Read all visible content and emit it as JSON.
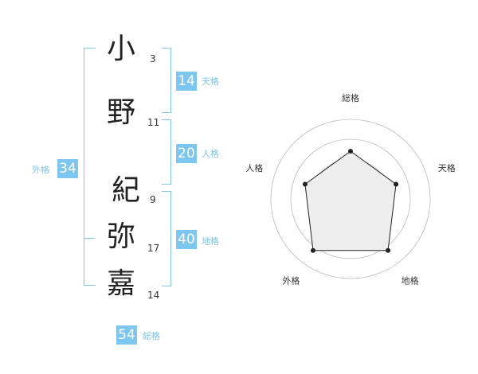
{
  "name": {
    "chars": [
      {
        "char": "小",
        "strokes": "3"
      },
      {
        "char": "野",
        "strokes": "11"
      },
      {
        "char": "紀",
        "strokes": "9"
      },
      {
        "char": "弥",
        "strokes": "17"
      },
      {
        "char": "嘉",
        "strokes": "14"
      }
    ]
  },
  "kaku": {
    "tenkaku": {
      "label": "天格",
      "value": "14"
    },
    "jinkaku": {
      "label": "人格",
      "value": "20"
    },
    "chikaku": {
      "label": "地格",
      "value": "40"
    },
    "gaikaku": {
      "label": "外格",
      "value": "34"
    },
    "soukaku": {
      "label": "総格",
      "value": "54"
    }
  },
  "chart_data": {
    "type": "radar",
    "axes": [
      "総格",
      "天格",
      "地格",
      "外格",
      "人格"
    ],
    "values": [
      3,
      3,
      4,
      4,
      3
    ],
    "rmax": 5,
    "rings": 4,
    "colors": {
      "stroke": "#222222",
      "fill": "#eeeeee",
      "ring": "#bbbbbb"
    }
  }
}
